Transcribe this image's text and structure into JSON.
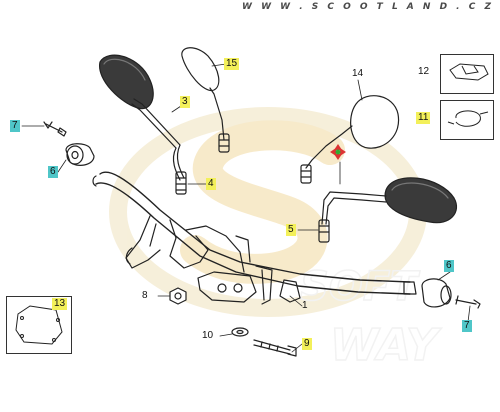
{
  "header": {
    "site": "W W W . S C O O T L A N D . C Z"
  },
  "watermark": {
    "logo_text": "S",
    "side_text_1": "SOFT",
    "side_text_2": "WAY"
  },
  "colors": {
    "yellow_tag": "#f3f05a",
    "cyan_tag": "#4fc6c8",
    "green_tag": "#6fd46f",
    "watermark": "#f2e7c7",
    "line": "#222222"
  },
  "callouts": [
    {
      "id": "c1",
      "text": "1"
    },
    {
      "id": "c3",
      "text": "3"
    },
    {
      "id": "c4",
      "text": "4"
    },
    {
      "id": "c5",
      "text": "5"
    },
    {
      "id": "c6a",
      "text": "6"
    },
    {
      "id": "c6b",
      "text": "6"
    },
    {
      "id": "c7a",
      "text": "7"
    },
    {
      "id": "c7b",
      "text": "7"
    },
    {
      "id": "c8",
      "text": "8"
    },
    {
      "id": "c9",
      "text": "9"
    },
    {
      "id": "c10",
      "text": "10"
    },
    {
      "id": "c11",
      "text": "11"
    },
    {
      "id": "c12",
      "text": "12"
    },
    {
      "id": "c13",
      "text": "13"
    },
    {
      "id": "c14",
      "text": "14"
    },
    {
      "id": "c15",
      "text": "15"
    }
  ]
}
